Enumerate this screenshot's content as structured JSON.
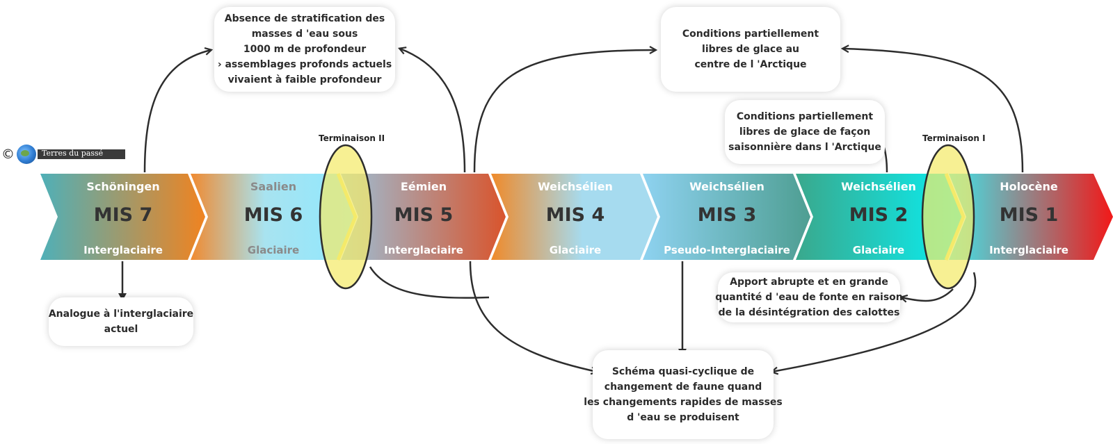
{
  "stages": [
    {
      "name": "Schöningen",
      "mis": "MIS 7",
      "type": "Interglaciaire"
    },
    {
      "name": "Saalien",
      "mis": "MIS 6",
      "type": "Glaciaire"
    },
    {
      "name": "Eémien",
      "mis": "MIS 5",
      "type": "Interglaciaire"
    },
    {
      "name": "Weichsélien",
      "mis": "MIS 4",
      "type": "Glaciaire"
    },
    {
      "name": "Weichsélien",
      "mis": "MIS 3",
      "type": "Pseudo-Interglaciaire"
    },
    {
      "name": "Weichsélien",
      "mis": "MIS 2",
      "type": "Glaciaire"
    },
    {
      "name": "Holocène",
      "mis": "MIS 1",
      "type": "Interglaciaire"
    }
  ],
  "terminations": {
    "t2": "Terminaison II",
    "t1": "Terminaison I"
  },
  "boxes": {
    "stratification": [
      "Absence de stratification des",
      "masses d 'eau sous",
      "1000 m de profondeur",
      "› assemblages profonds actuels",
      "vivaient à faible profondeur"
    ],
    "arctic_center": [
      "Conditions partiellement",
      "libres de glace au",
      "centre de l 'Arctique"
    ],
    "arctic_seasonal": [
      "Conditions partiellement",
      "libres de glace de façon",
      "saisonnière dans  l 'Arctique"
    ],
    "analogue": [
      "Analogue à l'interglaciaire",
      "actuel"
    ],
    "meltwater": [
      "Apport abrupte et en grande",
      "quantité d 'eau de fonte en raison",
      "de la désintégration des calottes"
    ],
    "cyclic": [
      "Schéma quasi-cyclique de",
      "changement de faune quand",
      "les changements rapides de masses",
      "d 'eau se produisent"
    ]
  },
  "logo": {
    "copyright": "©",
    "text": "Terres du passé"
  },
  "colors": {
    "arrow": "#2d2d2d",
    "highlight": "#f4ea6a",
    "mis7": [
      "#4fb0b8",
      "#f08320"
    ],
    "mis6": [
      "#f08a30",
      "#a8e3f0",
      "#8ee8ff"
    ],
    "mis5": [
      "#9bc0d8",
      "#d9542c"
    ],
    "mis4": [
      "#ef8a2a",
      "#a6dbef"
    ],
    "mis3": [
      "#8ed2f0",
      "#4e9e92"
    ],
    "mis2": [
      "#3aa88c",
      "#08f0f4"
    ],
    "mis1": [
      "#3ee6ec",
      "#f21818"
    ]
  }
}
